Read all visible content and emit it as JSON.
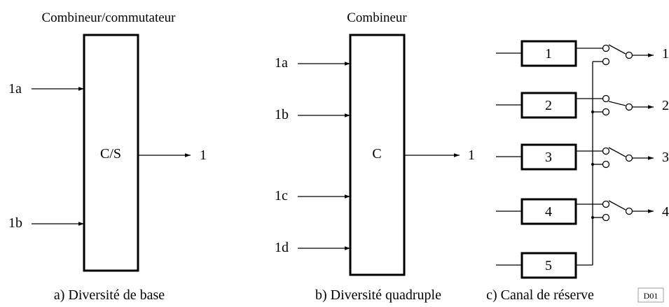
{
  "panel_a": {
    "title": "Combineur/commutateur",
    "block_label": "C/S",
    "inputs": [
      "1a",
      "1b"
    ],
    "output": "1",
    "caption": "a) Diversité de base"
  },
  "panel_b": {
    "title": "Combineur",
    "block_label": "C",
    "inputs": [
      "1a",
      "1b",
      "1c",
      "1d"
    ],
    "output": "1",
    "caption": "b) Diversité quadruple"
  },
  "panel_c": {
    "channels": [
      "1",
      "2",
      "3",
      "4",
      "5"
    ],
    "outputs": [
      "1",
      "2",
      "3",
      "4"
    ],
    "caption": "c) Canal de réserve"
  },
  "figure_code": "D01"
}
